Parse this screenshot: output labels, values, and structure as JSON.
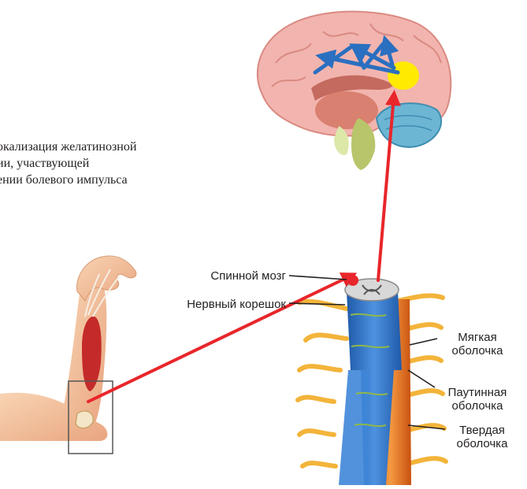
{
  "caption": {
    "lines": [
      "окализация желатинозной",
      "ии, участвующей",
      "ении болевого импульса"
    ]
  },
  "labels": {
    "spinal_cord": "Спинной мозг",
    "nerve_root": "Нервный корешок",
    "pia_mater": [
      "Мягкая",
      "оболочка"
    ],
    "arachnoid": [
      "Паутинная",
      "оболочка"
    ],
    "dura_mater": [
      "Твердая",
      "оболочка"
    ]
  },
  "colors": {
    "pain_path": "#e8262b",
    "signal_arrows": "#2a6fc0",
    "brain_pink": "#f2b4ae",
    "cerebellum": "#6cb6d4",
    "focus_spot": "#ffea00",
    "spinal_blue": "#2f73c9",
    "dura_orange": "#e97924",
    "nerve_yellow": "#f3b43a"
  }
}
